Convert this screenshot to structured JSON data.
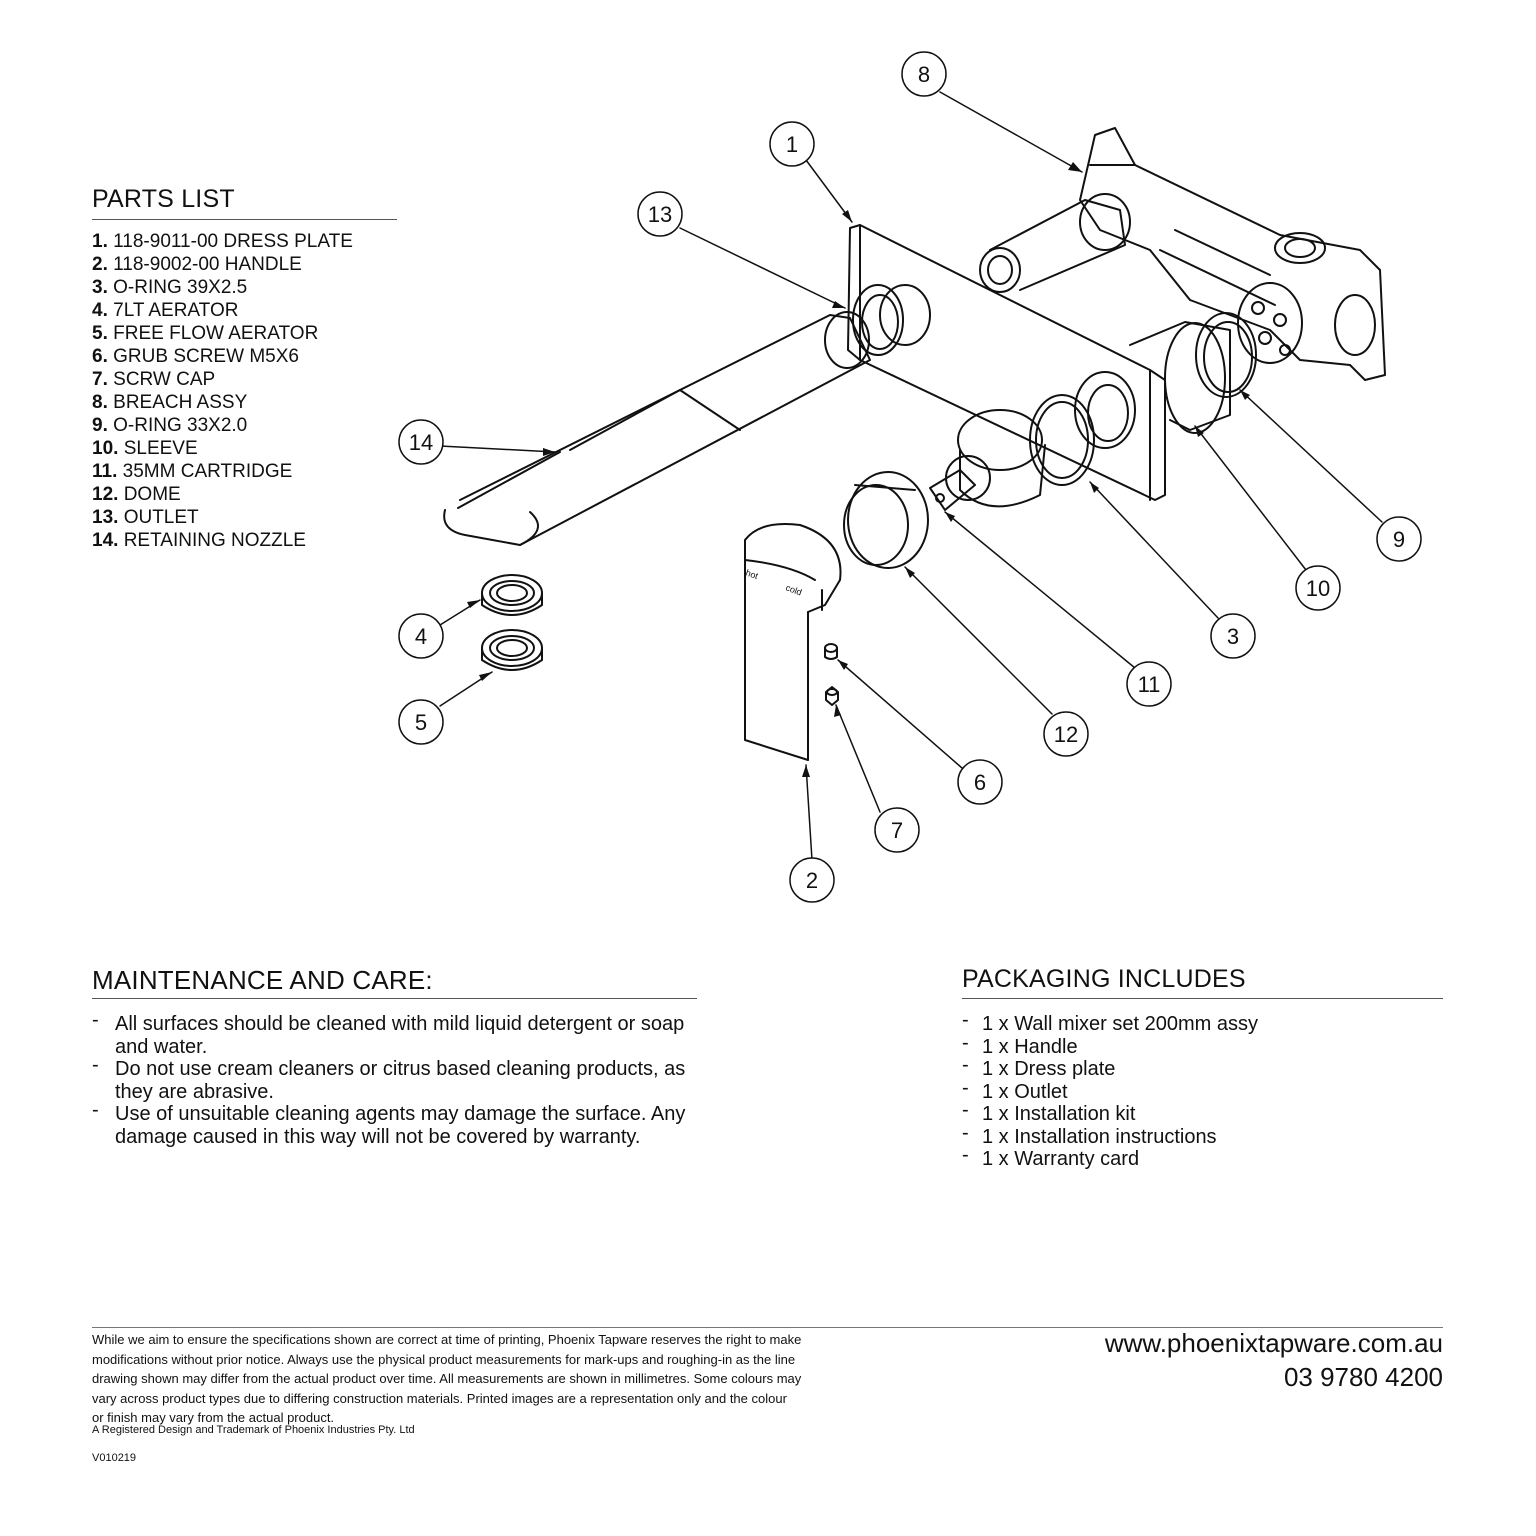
{
  "parts_list": {
    "title": "PARTS LIST",
    "items": [
      {
        "num": "1.",
        "text": "118-9011-00 DRESS PLATE"
      },
      {
        "num": "2.",
        "text": "118-9002-00 HANDLE"
      },
      {
        "num": "3.",
        "text": "O-RING 39X2.5"
      },
      {
        "num": "4.",
        "text": "7LT AERATOR"
      },
      {
        "num": "5.",
        "text": "FREE FLOW AERATOR"
      },
      {
        "num": "6.",
        "text": "GRUB SCREW M5X6"
      },
      {
        "num": "7.",
        "text": "SCRW CAP"
      },
      {
        "num": "8.",
        "text": "BREACH ASSY"
      },
      {
        "num": "9.",
        "text": "O-RING 33X2.0"
      },
      {
        "num": "10.",
        "text": "SLEEVE"
      },
      {
        "num": "11.",
        "text": "35MM CARTRIDGE"
      },
      {
        "num": "12.",
        "text": "DOME"
      },
      {
        "num": "13.",
        "text": "OUTLET"
      },
      {
        "num": "14.",
        "text": "RETAINING NOZZLE"
      }
    ]
  },
  "callouts": [
    "1",
    "2",
    "3",
    "4",
    "5",
    "6",
    "7",
    "8",
    "9",
    "10",
    "11",
    "12",
    "13",
    "14"
  ],
  "handle_markings": {
    "hot": "hot",
    "cold": "cold"
  },
  "maintenance": {
    "title": "MAINTENANCE AND CARE:",
    "items": [
      "All surfaces should be cleaned with mild liquid detergent or soap and water.",
      "Do not use cream cleaners or citrus based cleaning products, as they are abrasive.",
      "Use of unsuitable cleaning agents may damage the surface. Any damage caused in this way will not be covered by warranty."
    ]
  },
  "packaging": {
    "title": "PACKAGING INCLUDES",
    "items": [
      "1 x Wall mixer set 200mm assy",
      "1 x Handle",
      "1 x Dress plate",
      "1 x Outlet",
      "1 x Installation kit",
      "1 x Installation instructions",
      "1 x Warranty card"
    ]
  },
  "footer": {
    "disclaimer": "While we aim to ensure the specifications shown are correct at time of printing, Phoenix Tapware reserves the right to make modifications without prior notice. Always use the physical product measurements for mark-ups and roughing-in as the line drawing shown may differ from the actual product over time. All measurements are shown in millimetres.  Some colours may vary across product types due to differing construction materials. Printed images are a representation only and the colour or finish may vary from the actual product.",
    "registered": "A Registered Design and Trademark of Phoenix Industries Pty. Ltd",
    "version": "V010219",
    "website": "www.phoenixtapware.com.au",
    "phone": "03 9780 4200"
  }
}
